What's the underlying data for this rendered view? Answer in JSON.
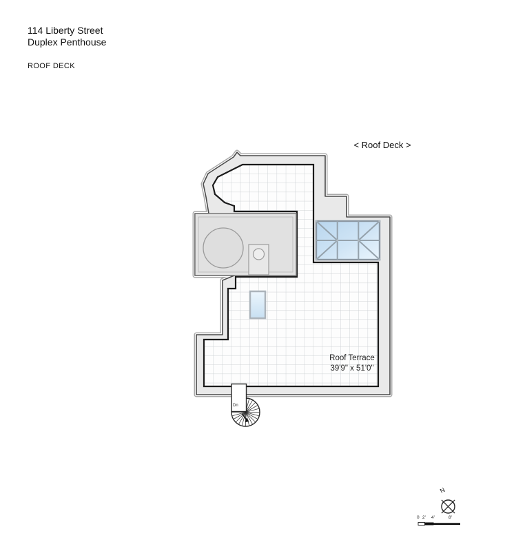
{
  "header": {
    "address_line1": "114 Liberty Street",
    "address_line2": "Duplex Penthouse",
    "section_label": "ROOF DECK"
  },
  "plan": {
    "area_label": "< Roof Deck >",
    "terrace": {
      "name": "Roof Terrace",
      "dimensions": "39'9\" x 51'0\""
    },
    "stair_label": "Dn",
    "features": {
      "skylight": "hipped-skylight",
      "roof_hatch": "glazed-hatch",
      "round_fixture": "hot-tub",
      "stair": "spiral-stair-down"
    }
  },
  "compass": {
    "north_label": "N"
  },
  "scale_bar": {
    "ticks": [
      "0",
      "2'",
      "4'",
      "8'"
    ]
  },
  "colors": {
    "wall_fill": "#e9e9e9",
    "wall_line": "#4a4a4a",
    "terrace_line": "#1b1b1b",
    "tile_grid": "#cdd1d4",
    "skylight_blue": "#bcd8ee",
    "room_fill": "#e2e2e2"
  }
}
